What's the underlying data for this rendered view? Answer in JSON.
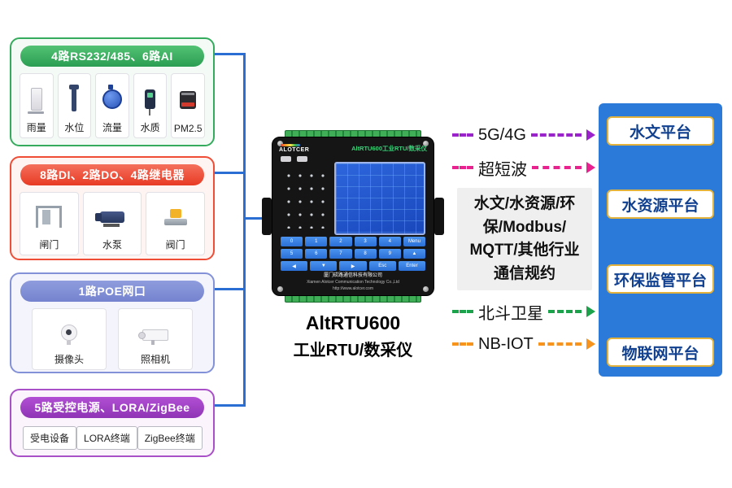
{
  "groups": [
    {
      "header": "4路RS232/485、6路AI",
      "accent": "#2fa85c",
      "items": [
        {
          "label": "雨量"
        },
        {
          "label": "水位"
        },
        {
          "label": "流量"
        },
        {
          "label": "水质"
        },
        {
          "label": "PM2.5"
        }
      ]
    },
    {
      "header": "8路DI、2路DO、4路继电器",
      "accent": "#ef4d36",
      "items": [
        {
          "label": "闸门"
        },
        {
          "label": "水泵"
        },
        {
          "label": "阀门"
        }
      ]
    },
    {
      "header": "1路POE网口",
      "accent": "#8391d8",
      "items": [
        {
          "label": "摄像头"
        },
        {
          "label": "照相机"
        }
      ]
    },
    {
      "header": "5路受控电源、LORA/ZigBee",
      "accent": "#a94fc8",
      "items": [
        {
          "label": "受电设备"
        },
        {
          "label": "LORA终端"
        },
        {
          "label": "ZigBee终端"
        }
      ]
    }
  ],
  "device": {
    "brand": "ALOTCER",
    "panel_title": "AltRTU600工业RTU/数采仪",
    "company_cn": "厦门砹路通信科技有限公司",
    "company_en": "Xiamen Alotcer Communication Technology Co.,Ltd",
    "url": "http://www.alotcer.com",
    "caption_line1": "AltRTU600",
    "caption_line2": "工业RTU/数采仪",
    "keys_row1": [
      "0",
      "1",
      "2",
      "3",
      "4",
      "Menu"
    ],
    "keys_row2": [
      "5",
      "6",
      "7",
      "8",
      "9",
      "▲"
    ],
    "keys_row3": [
      "◀",
      "▼",
      "▶",
      "Esc",
      "Enter"
    ]
  },
  "links": [
    {
      "label": "5G/4G",
      "color": "#9b23cc"
    },
    {
      "label": "超短波",
      "color": "#e8238f"
    },
    {
      "label": "北斗卫星",
      "color": "#1da24c"
    },
    {
      "label": "NB-IOT",
      "color": "#f6941d"
    }
  ],
  "protocol": {
    "lines": [
      "水文/水资源/环",
      "保/Modbus/",
      "MQTT/其他行业",
      "通信规约"
    ]
  },
  "platforms": [
    {
      "label": "水文平台"
    },
    {
      "label": "水资源平台"
    },
    {
      "label": "环保监管平台"
    },
    {
      "label": "物联网平台"
    }
  ],
  "colors": {
    "connector": "#2b6ed3",
    "panel_background": "#2b7ad9",
    "platform_text": "#10408f",
    "platform_border": "#e2b23c"
  }
}
